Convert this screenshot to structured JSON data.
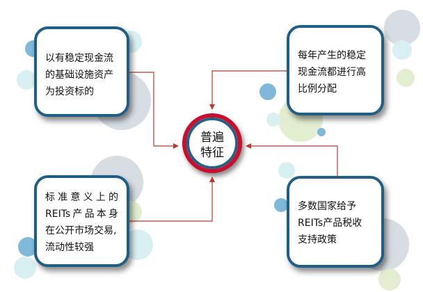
{
  "center": {
    "line1": "普遍",
    "line2": "特征"
  },
  "boxes": {
    "top_left": {
      "lines": [
        "以有稳定现金流",
        "的基础设施资产",
        "为投资标的"
      ]
    },
    "top_right": {
      "lines": [
        "每年产生的稳定",
        "现金流都进行高",
        "比例分配"
      ]
    },
    "bottom_left": {
      "lines": [
        "标准意义上的",
        "REITs产品本身",
        "在公开市场交易,",
        "流动性较强"
      ]
    },
    "bottom_right": {
      "lines": [
        "多数国家给予",
        "REITs产品税收",
        "支持政策"
      ]
    }
  },
  "colors": {
    "box_border": "#1f5f86",
    "connector": "#c0392b",
    "center_ring": "#c8102e",
    "bubble_gray": "#d7dde3",
    "bubble_green": "#e3edd0",
    "bubble_blue": "#7fb8d8",
    "bubble_cyan": "#d9f0f3"
  }
}
